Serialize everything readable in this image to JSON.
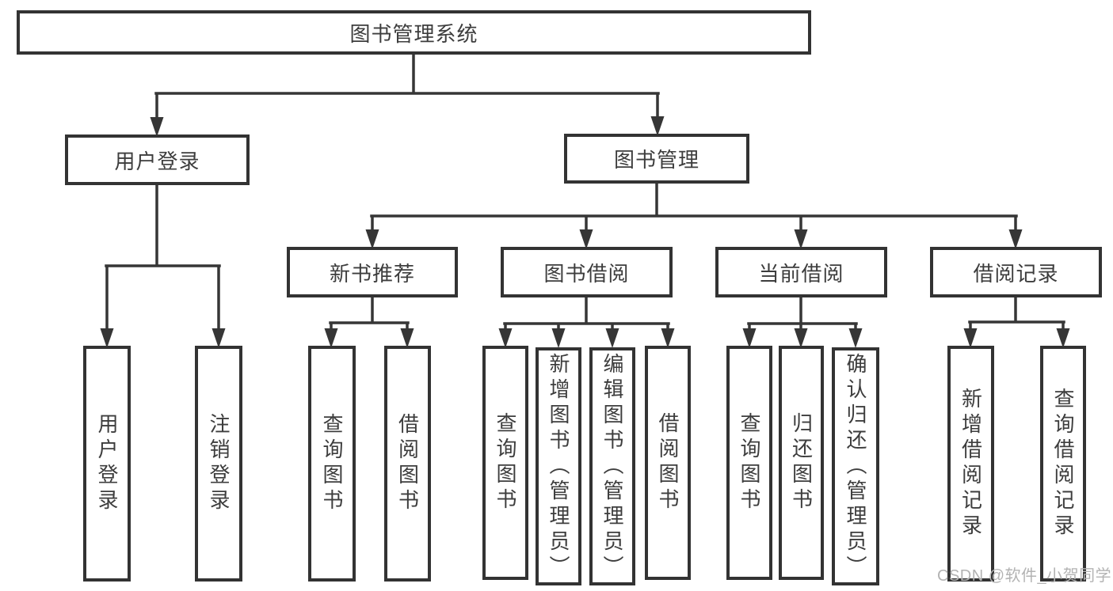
{
  "nodes": {
    "root": "图书管理系统",
    "user_login": "用户登录",
    "book_mgmt": "图书管理",
    "new_book_recommend": "新书推荐",
    "book_borrow": "图书借阅",
    "current_borrow": "当前借阅",
    "borrow_record": "借阅记录"
  },
  "leaves": {
    "login": "用户登录",
    "logout": "注销登录",
    "recommend_query_book": "查询图书",
    "recommend_borrow_book": "借阅图书",
    "borrow_query_book": "查询图书",
    "borrow_add_book": "新增图书（管理员）",
    "borrow_edit_book": "编辑图书（管理员）",
    "borrow_borrow_book": "借阅图书",
    "current_query_book": "查询图书",
    "current_return_book": "归还图书",
    "current_confirm_return": "确认归还（管理员）",
    "record_add": "新增借阅记录",
    "record_query": "查询借阅记录"
  },
  "hierarchy": {
    "root": [
      "user_login",
      "book_mgmt"
    ],
    "user_login": [
      "login",
      "logout"
    ],
    "book_mgmt": [
      "new_book_recommend",
      "book_borrow",
      "current_borrow",
      "borrow_record"
    ],
    "new_book_recommend": [
      "recommend_query_book",
      "recommend_borrow_book"
    ],
    "book_borrow": [
      "borrow_query_book",
      "borrow_add_book",
      "borrow_edit_book",
      "borrow_borrow_book"
    ],
    "current_borrow": [
      "current_query_book",
      "current_return_book",
      "current_confirm_return"
    ],
    "borrow_record": [
      "record_add",
      "record_query"
    ]
  },
  "watermark": {
    "text": "CSDN @软件_小贺同学"
  },
  "colors": {
    "line": "#363636",
    "box_border": "#333333",
    "text": "#3d3d3d",
    "watermark": "#b3b3b3",
    "background": "#ffffff"
  }
}
